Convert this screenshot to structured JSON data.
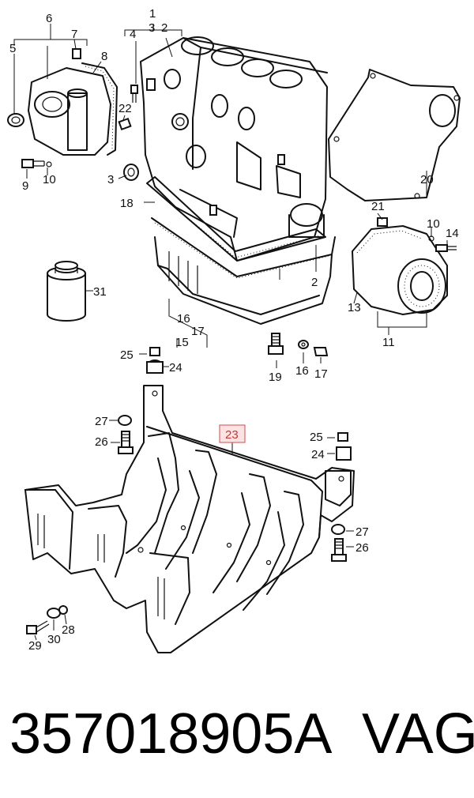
{
  "diagram": {
    "callouts": {
      "c1": "1",
      "c2a": "2",
      "c2b": "2",
      "c3a": "3",
      "c3b": "3",
      "c4": "4",
      "c5": "5",
      "c6": "6",
      "c7": "7",
      "c8": "8",
      "c9": "9",
      "c10a": "10",
      "c10b": "10",
      "c11": "11",
      "c13": "13",
      "c14": "14",
      "c15": "15",
      "c16a": "16",
      "c16b": "16",
      "c17a": "17",
      "c17b": "17",
      "c18": "18",
      "c19": "19",
      "c20": "20",
      "c21": "21",
      "c22": "22",
      "c23": "23",
      "c24a": "24",
      "c24b": "24",
      "c25a": "25",
      "c25b": "25",
      "c26a": "26",
      "c26b": "26",
      "c27a": "27",
      "c27b": "27",
      "c28": "28",
      "c29": "29",
      "c30": "30",
      "c31": "31"
    },
    "highlight_color": "#d66"
  },
  "footer": {
    "part_number": "357018905A",
    "brand": "VAG"
  }
}
